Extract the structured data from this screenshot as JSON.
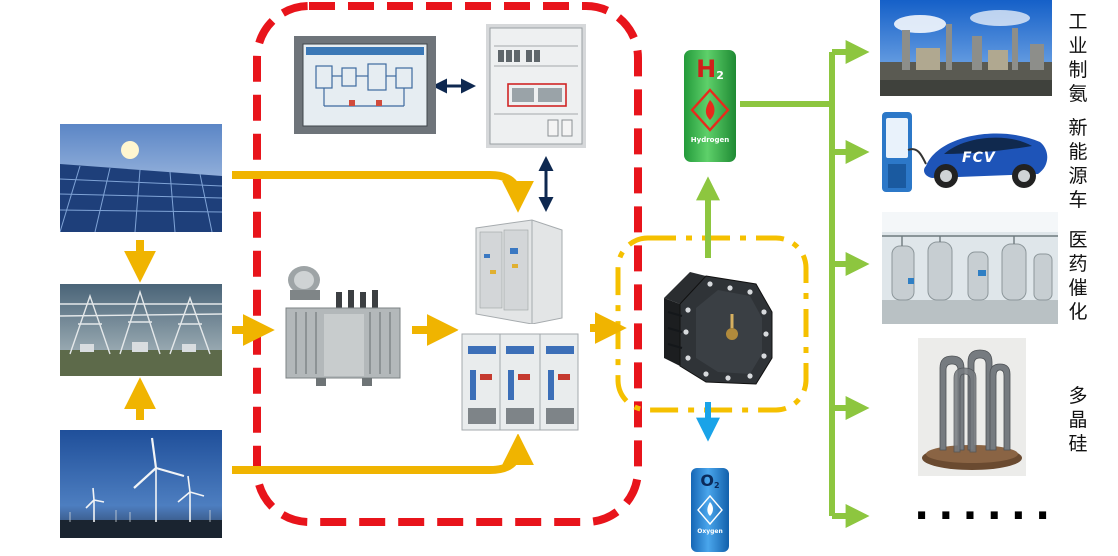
{
  "diagram": {
    "sources": [
      {
        "name": "solar-panel-field"
      },
      {
        "name": "power-substation"
      },
      {
        "name": "wind-farm"
      }
    ],
    "products": {
      "hydrogen": {
        "symbol": "H",
        "sub": "2",
        "label": "Hydrogen",
        "color": "#39b54a"
      },
      "oxygen": {
        "symbol": "O",
        "sub": "2",
        "label": "Oxygen",
        "color": "#1e88e5"
      }
    },
    "applications": [
      {
        "id": "ammonia",
        "chars": [
          "工",
          "业",
          "制",
          "氨"
        ]
      },
      {
        "id": "nev",
        "chars": [
          "新",
          "能",
          "源",
          "车"
        ],
        "car_badge": "FCV"
      },
      {
        "id": "pharma",
        "chars": [
          "医",
          "药",
          "催",
          "化"
        ]
      },
      {
        "id": "polysilicon",
        "chars": [
          "多",
          "晶",
          "硅"
        ]
      }
    ],
    "more": "......",
    "colors": {
      "control_border": "#e8141b",
      "electrolyzer_border": "#f5c000",
      "power_arrow": "#f0b400",
      "hydrogen_arrow": "#8dc63f",
      "oxygen_arrow": "#1aa3e8",
      "link_arrow": "#0e2850"
    }
  }
}
